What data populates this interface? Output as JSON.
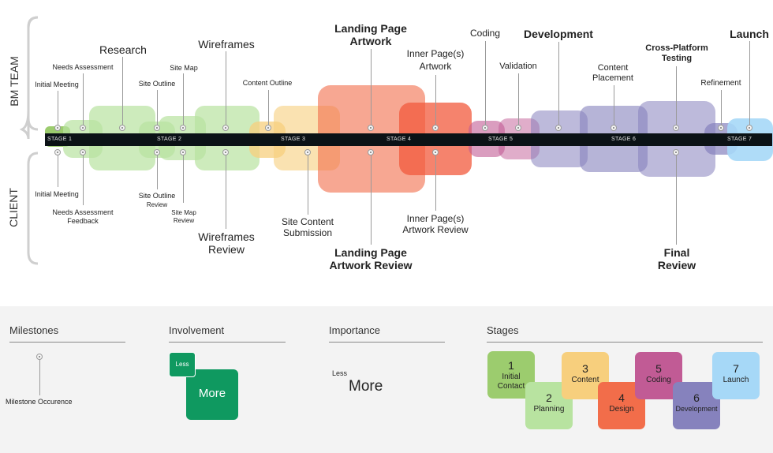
{
  "side_labels": {
    "team": "BM TEAM",
    "client": "CLIENT"
  },
  "stages_bar": [
    "STAGE 1",
    "STAGE 2",
    "STAGE 3",
    "STAGE 4",
    "STAGE 5",
    "STAGE 6",
    "STAGE 7"
  ],
  "team_labels": {
    "initial_meeting": "Initial Meeting",
    "needs_assessment": "Needs Assessment",
    "research": "Research",
    "site_outline": "Site Outline",
    "site_map": "Site Map",
    "wireframes": "Wireframes",
    "content_outline": "Content Outline",
    "landing_page_artwork_1": "Landing Page",
    "landing_page_artwork_2": "Artwork",
    "inner_pages_artwork_1": "Inner Page(s)",
    "inner_pages_artwork_2": "Artwork",
    "coding": "Coding",
    "validation": "Validation",
    "development": "Development",
    "content_placement_1": "Content",
    "content_placement_2": "Placement",
    "cross_platform_1": "Cross-Platform",
    "cross_platform_2": "Testing",
    "refinement": "Refinement",
    "launch": "Launch"
  },
  "client_labels": {
    "initial_meeting": "Initial Meeting",
    "needs_feedback_1": "Needs Assessment",
    "needs_feedback_2": "Feedback",
    "site_outline_review_1": "Site Outline",
    "site_outline_review_2": "Review",
    "site_map_review_1": "Site Map",
    "site_map_review_2": "Review",
    "wireframes_review_1": "Wireframes",
    "wireframes_review_2": "Review",
    "site_content_1": "Site Content",
    "site_content_2": "Submission",
    "landing_review_1": "Landing Page",
    "landing_review_2": "Artwork Review",
    "inner_review_1": "Inner Page(s)",
    "inner_review_2": "Artwork Review",
    "final_review_1": "Final",
    "final_review_2": "Review"
  },
  "legend": {
    "milestones_title": "Milestones",
    "milestone_caption": "Milestone Occurence",
    "involvement_title": "Involvement",
    "involvement_less": "Less",
    "involvement_more": "More",
    "importance_title": "Importance",
    "importance_less": "Less",
    "importance_more": "More",
    "stages_title": "Stages",
    "stages": [
      {
        "num": "1",
        "name1": "Initial",
        "name2": "Contact",
        "color": "#9ccc6e"
      },
      {
        "num": "2",
        "name1": "Planning",
        "name2": "",
        "color": "#b8e3a0"
      },
      {
        "num": "3",
        "name1": "Content",
        "name2": "",
        "color": "#f7cf7d"
      },
      {
        "num": "4",
        "name1": "Design",
        "name2": "",
        "color": "#f26d4a"
      },
      {
        "num": "5",
        "name1": "Coding",
        "name2": "",
        "color": "#c15b95"
      },
      {
        "num": "6",
        "name1": "Development",
        "name2": "",
        "color": "#8682bd"
      },
      {
        "num": "7",
        "name1": "Launch",
        "name2": "",
        "color": "#a6d8f7"
      }
    ],
    "involvement_color": "#0f9960"
  }
}
